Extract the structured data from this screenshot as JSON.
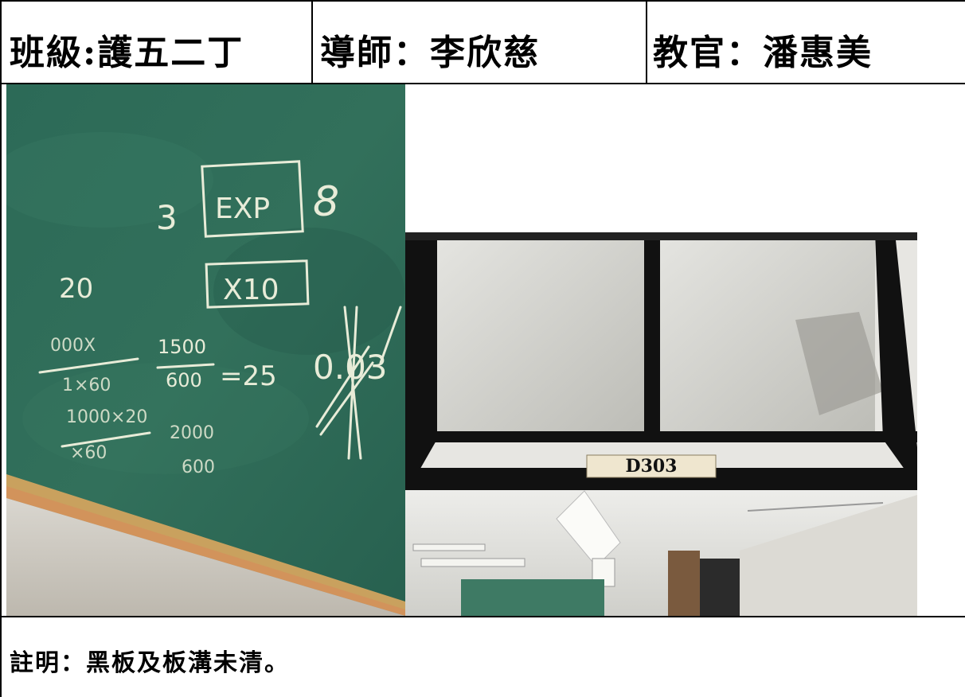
{
  "header": {
    "class_cell": "班級:護五二丁",
    "mentor_cell": "導師：李欣慈",
    "instructor_cell": "教官：潘惠美"
  },
  "photos": {
    "blackboard": {
      "chalk_texts": [
        "3",
        "EXP",
        "8",
        "20",
        "X10",
        "0.03",
        "=25",
        "1500",
        "600"
      ]
    },
    "door": {
      "room_sign": "D303"
    }
  },
  "note": "註明：黑板及板溝未清。",
  "colors": {
    "board_green": "#2f6b57",
    "chalk": "#e8ecd8",
    "sign_bg": "#efe6cf",
    "frame_black": "#111111"
  }
}
